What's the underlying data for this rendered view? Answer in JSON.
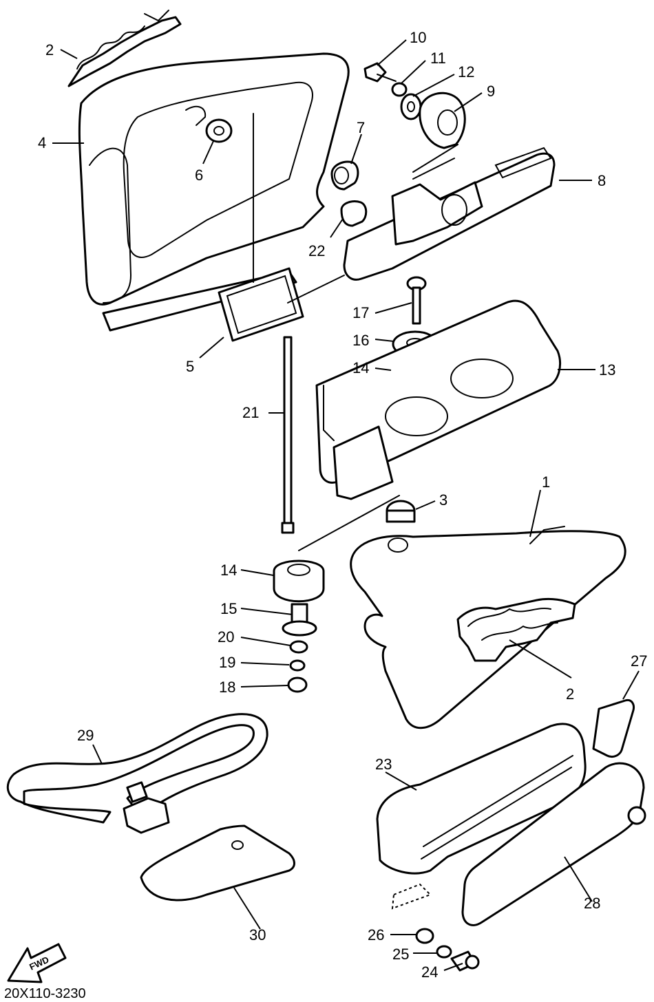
{
  "diagram_code": "20X110-3230",
  "fwd_label": "FWD",
  "callouts": [
    {
      "id": "c2a",
      "label": "2"
    },
    {
      "id": "c10",
      "label": "10"
    },
    {
      "id": "c11",
      "label": "11"
    },
    {
      "id": "c12",
      "label": "12"
    },
    {
      "id": "c9",
      "label": "9"
    },
    {
      "id": "c4",
      "label": "4"
    },
    {
      "id": "c7",
      "label": "7"
    },
    {
      "id": "c6",
      "label": "6"
    },
    {
      "id": "c8",
      "label": "8"
    },
    {
      "id": "c22",
      "label": "22"
    },
    {
      "id": "c17",
      "label": "17"
    },
    {
      "id": "c16",
      "label": "16"
    },
    {
      "id": "c14a",
      "label": "14"
    },
    {
      "id": "c13",
      "label": "13"
    },
    {
      "id": "c5",
      "label": "5"
    },
    {
      "id": "c21",
      "label": "21"
    },
    {
      "id": "c3",
      "label": "3"
    },
    {
      "id": "c1",
      "label": "1"
    },
    {
      "id": "c14b",
      "label": "14"
    },
    {
      "id": "c15",
      "label": "15"
    },
    {
      "id": "c20",
      "label": "20"
    },
    {
      "id": "c19",
      "label": "19"
    },
    {
      "id": "c18",
      "label": "18"
    },
    {
      "id": "c2b",
      "label": "2"
    },
    {
      "id": "c27",
      "label": "27"
    },
    {
      "id": "c29",
      "label": "29"
    },
    {
      "id": "c23",
      "label": "23"
    },
    {
      "id": "c30",
      "label": "30"
    },
    {
      "id": "c28",
      "label": "28"
    },
    {
      "id": "c26",
      "label": "26"
    },
    {
      "id": "c25",
      "label": "25"
    },
    {
      "id": "c24",
      "label": "24"
    }
  ]
}
